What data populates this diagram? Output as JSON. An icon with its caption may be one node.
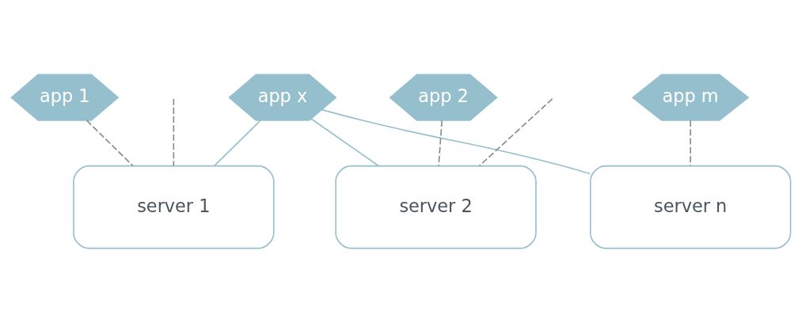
{
  "diagram": {
    "nodes": [
      {
        "text": [
          "app x"
        ]
      },
      {
        "text": [
          "app 1"
        ]
      },
      {
        "text": [
          "app 2"
        ]
      },
      {
        "text": [
          "app m"
        ]
      },
      {
        "text": [
          "server 1"
        ]
      },
      {
        "text": [
          "server 2"
        ]
      },
      {
        "text": [
          "server n"
        ]
      }
    ],
    "edges": [
      {
        "from": 0,
        "to": 4,
        "arrow": "none",
        "color": "#95bfcc"
      },
      {
        "from": 0,
        "to": 5,
        "arrow": "none",
        "color": "#95bfcc"
      },
      {
        "from": 0,
        "to": 6,
        "arrow": "none",
        "color": "#95bfcc"
      },
      {
        "from": 1,
        "to": 4,
        "arrow": "none",
        "style": "dashed"
      },
      {
        "from": null,
        "to": 4,
        "arrow": "none",
        "style": "dashed"
      },
      {
        "from": null,
        "to": 5,
        "arrow": "none",
        "style": "dashed"
      },
      {
        "from": 2,
        "to": 5,
        "arrow": "none",
        "style": "dashed"
      },
      {
        "from": 3,
        "to": 6,
        "arrow": "none",
        "style": "dashed"
      }
    ]
  }
}
